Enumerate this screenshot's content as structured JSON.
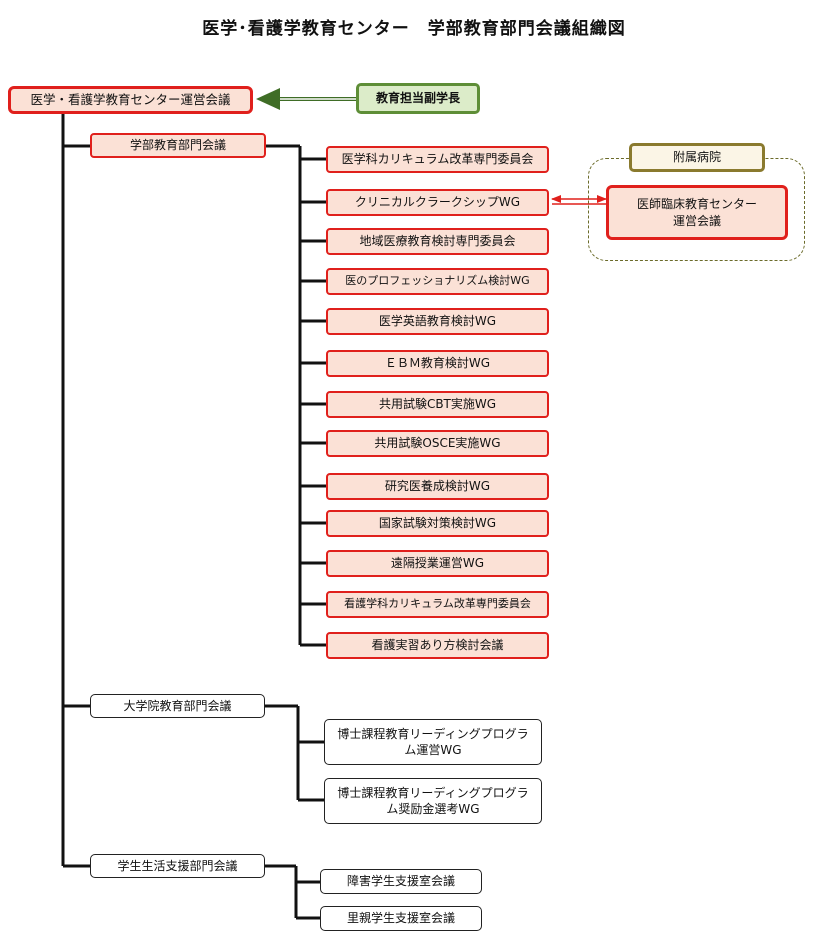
{
  "title": "医学･看護学教育センター　学部教育部門会議組織図",
  "top_council": "医学・看護学教育センター運営会議",
  "vice_president": "教育担当副学長",
  "affiliated_hospital": {
    "label": "附属病院",
    "center": "医師臨床教育センター\n運営会議"
  },
  "undergrad": {
    "label": "学部教育部門会議",
    "committees": [
      "医学科カリキュラム改革専門委員会",
      "クリニカルクラークシップWG",
      "地域医療教育検討専門委員会",
      "医のプロフェッショナリズム検討WG",
      "医学英語教育検討WG",
      "ＥＢＭ教育検討WG",
      "共用試験CBT実施WG",
      "共用試験OSCE実施WG",
      "研究医養成検討WG",
      "国家試験対策検討WG",
      "遠隔授業運営WG",
      "看護学科カリキュラム改革専門委員会",
      "看護実習あり方検討会議"
    ]
  },
  "graduate": {
    "label": "大学院教育部門会議",
    "committees": [
      "博士課程教育リーディングプログラム運営WG",
      "博士課程教育リーディングプログラム奨励金選考WG"
    ]
  },
  "student_life": {
    "label": "学生生活支援部門会議",
    "committees": [
      "障害学生支援室会議",
      "里親学生支援室会議"
    ]
  }
}
